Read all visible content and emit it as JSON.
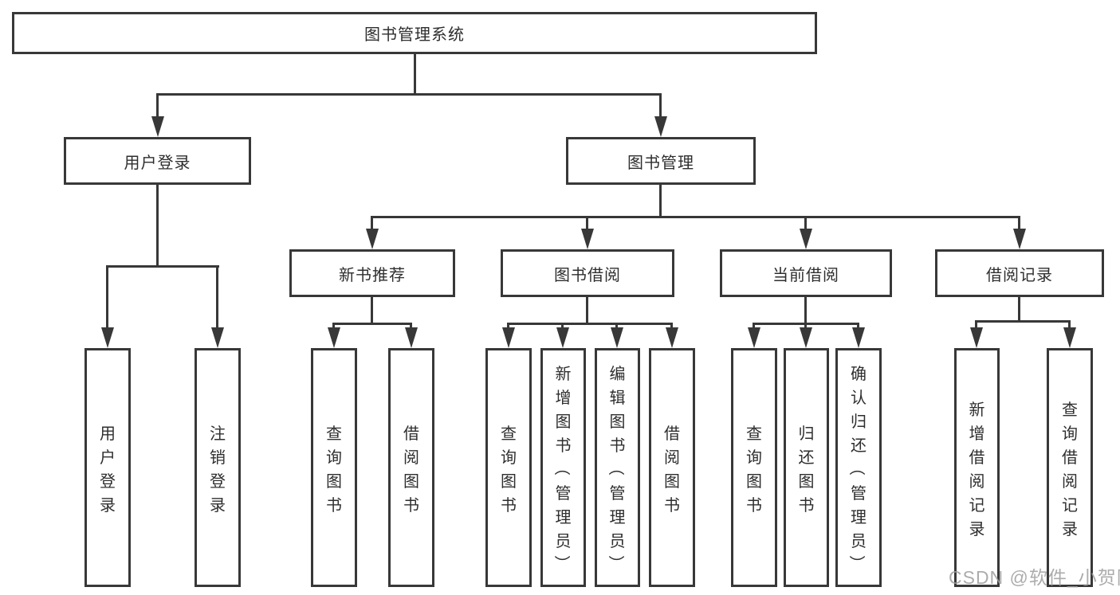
{
  "diagram": {
    "root": {
      "label": "图书管理系统"
    },
    "level2": [
      {
        "label": "用户登录"
      },
      {
        "label": "图书管理"
      }
    ],
    "level3": [
      {
        "label": "新书推荐"
      },
      {
        "label": "图书借阅"
      },
      {
        "label": "当前借阅"
      },
      {
        "label": "借阅记录"
      }
    ],
    "leaves": {
      "user_login": [
        "用户登录",
        "注销登录"
      ],
      "new_book_recommend": [
        "查询图书",
        "借阅图书"
      ],
      "book_borrowing": [
        "查询图书",
        "新增图书（管理员）",
        "编辑图书（管理员）",
        "借阅图书"
      ],
      "current_borrowing": [
        "查询图书",
        "归还图书",
        "确认归还（管理员）"
      ],
      "borrowing_records": [
        "新增借阅记录",
        "查询借阅记录"
      ]
    },
    "watermark": {
      "text": "CSDN @软件_小贺同学",
      "color": "#9e9e9e"
    },
    "colors": {
      "line": "#383838",
      "text": "#2e2e2e",
      "background": "#ffffff"
    }
  }
}
